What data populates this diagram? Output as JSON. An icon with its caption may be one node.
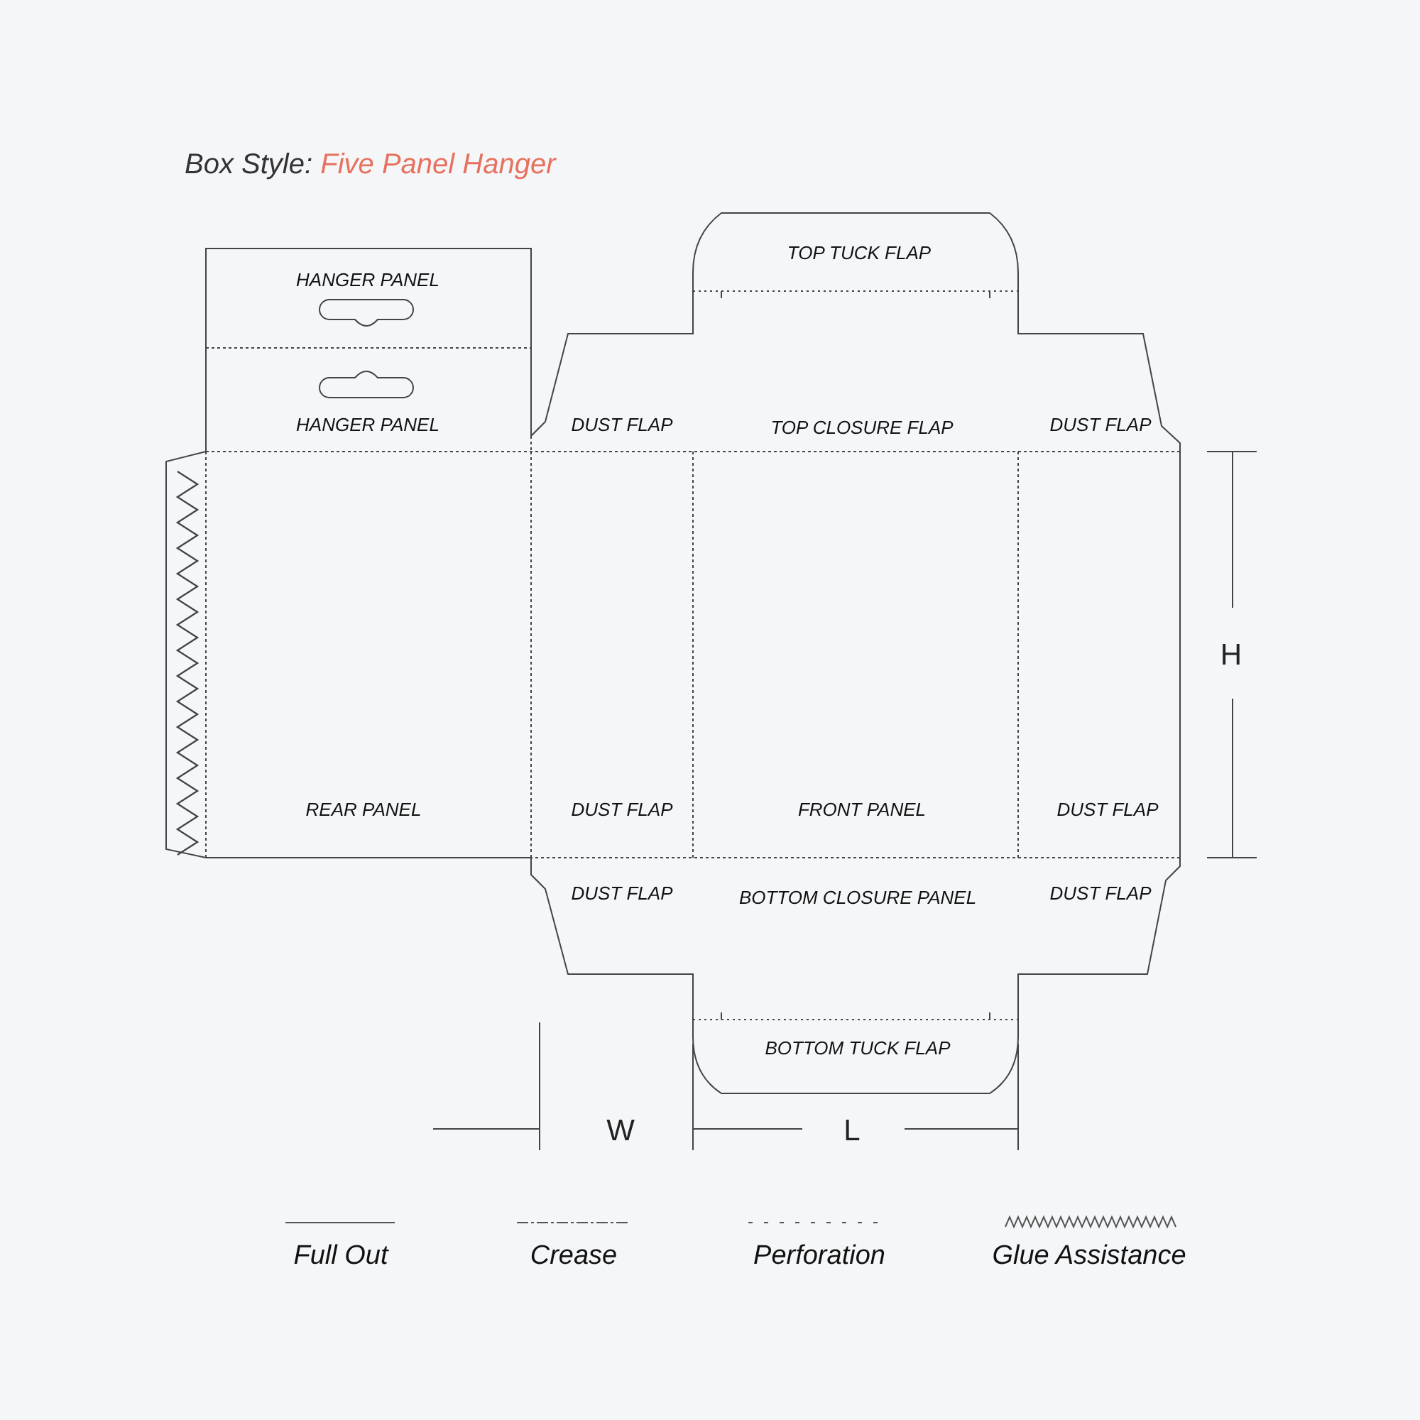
{
  "diagram": {
    "title": "Box Style: Five Panel Hanger",
    "nodes": [
      {
        "text": [
          "HANGER PANEL"
        ]
      },
      {
        "text": [
          "HANGER PANEL"
        ]
      },
      {
        "text": [
          "DUST FLAP"
        ]
      },
      {
        "text": [
          "TOP TUCK FLAP"
        ]
      },
      {
        "text": [
          "TOP CLOSURE FLAP"
        ]
      },
      {
        "text": [
          "DUST FLAP"
        ]
      },
      {
        "text": [
          "REAR PANEL"
        ]
      },
      {
        "text": [
          "DUST FLAP"
        ]
      },
      {
        "text": [
          "FRONT PANEL"
        ]
      },
      {
        "text": [
          "DUST FLAP"
        ]
      },
      {
        "text": [
          "DUST FLAP"
        ]
      },
      {
        "text": [
          "BOTTOM CLOSURE PANEL"
        ]
      },
      {
        "text": [
          "DUST FLAP"
        ]
      },
      {
        "text": [
          "BOTTOM TUCK FLAP"
        ]
      }
    ],
    "edges": [],
    "labels": [
      "H",
      "W",
      "L"
    ],
    "legend": [
      {
        "text": "Full Out"
      },
      {
        "text": "Crease"
      },
      {
        "text": "Perforation"
      },
      {
        "text": "Glue Assistance"
      }
    ]
  }
}
